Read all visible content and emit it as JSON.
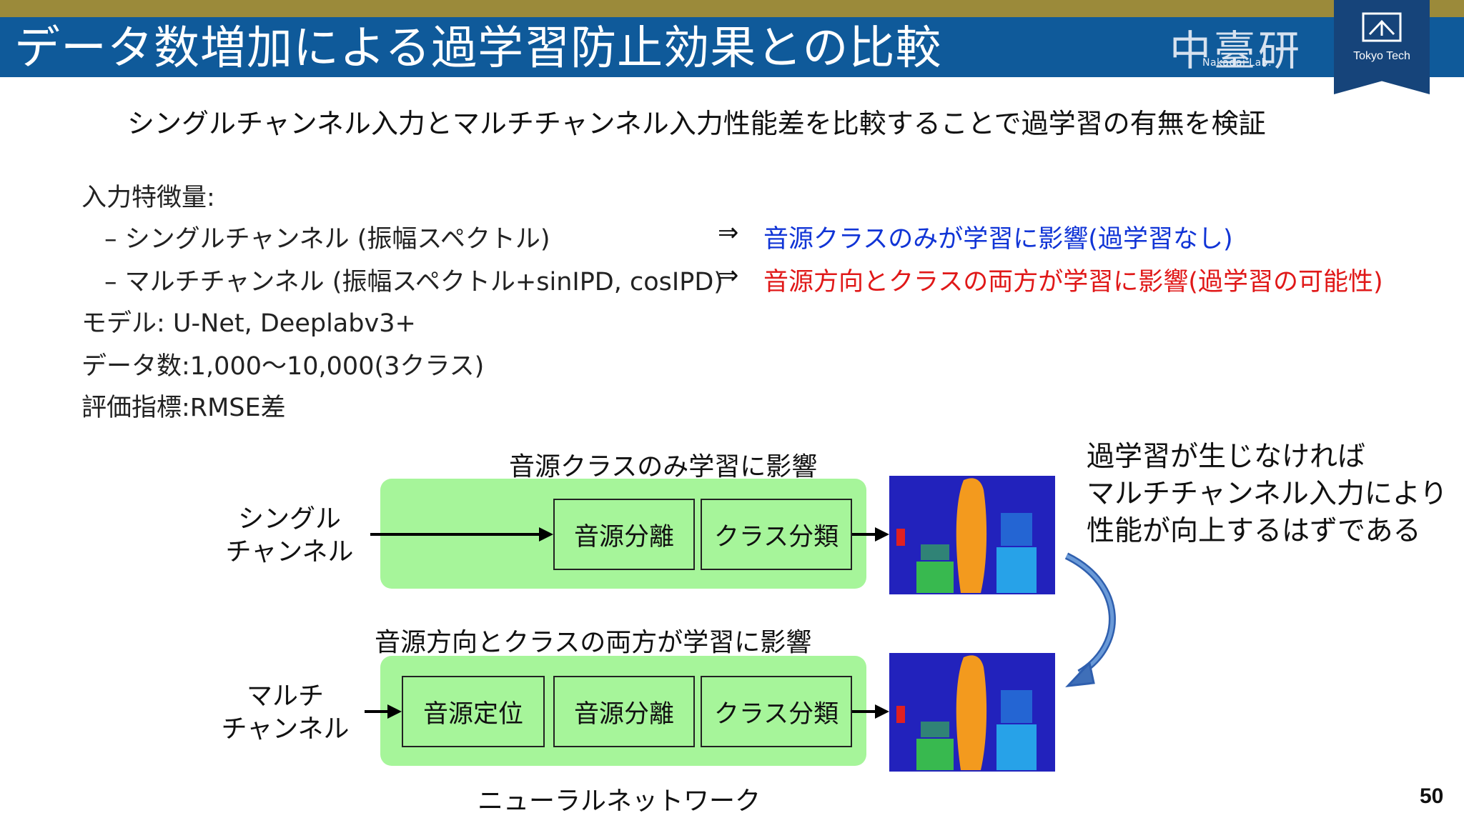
{
  "slide": {
    "title": "データ数増加による過学習防止効果との比較",
    "logo_lab_kanji": "中臺研",
    "logo_lab_en": "Nakadai Lab.",
    "logo_univ": "Tokyo Tech",
    "subtitle": "シングルチャンネル入力とマルチチャンネル入力性能差を比較することで過学習の有無を検証",
    "bullets": {
      "features_heading": "入力特徴量:",
      "single_item": "– シングルチャンネル (振幅スペクトル)",
      "single_arrow": "⇒",
      "single_result": "音源クラスのみが学習に影響(過学習なし)",
      "multi_item": "– マルチチャンネル (振幅スペクトル+sinIPD, cosIPD)",
      "multi_arrow": "⇒",
      "multi_result": "音源方向とクラスの両方が学習に影響(過学習の可能性)",
      "model": "モデル: U-Net, Deeplabv3+",
      "data_count": "データ数:1,000〜10,000(3クラス)",
      "metric": "評価指標:RMSE差"
    },
    "diagram": {
      "top_caption": "音源クラスのみ学習に影響",
      "single_label_line1": "シングル",
      "single_label_line2": "チャンネル",
      "top_box_separation": "音源分離",
      "top_box_classification": "クラス分類",
      "mid_caption": "音源方向とクラスの両方が学習に影響",
      "multi_label_line1": "マルチ",
      "multi_label_line2": "チャンネル",
      "bottom_box_localization": "音源定位",
      "bottom_box_separation": "音源分離",
      "bottom_box_classification": "クラス分類",
      "bottom_caption": "ニューラルネットワーク"
    },
    "note": {
      "line1": "過学習が生じなければ",
      "line2": "マルチチャンネル入力により",
      "line3": "性能が向上するはずである"
    },
    "page_number": "50",
    "colors": {
      "title_bar": "#0f5a9a",
      "gold_bar": "#9b8a3a",
      "panel_green": "#a6f59a",
      "text_blue": "#1034d6",
      "text_red": "#e01818",
      "curve_arrow": "#3f6fb8"
    },
    "icons": {
      "tokyo_tech_mark": "tokyo-tech-emblem-icon",
      "curved_arrow": "curved-down-arrow-icon"
    }
  }
}
